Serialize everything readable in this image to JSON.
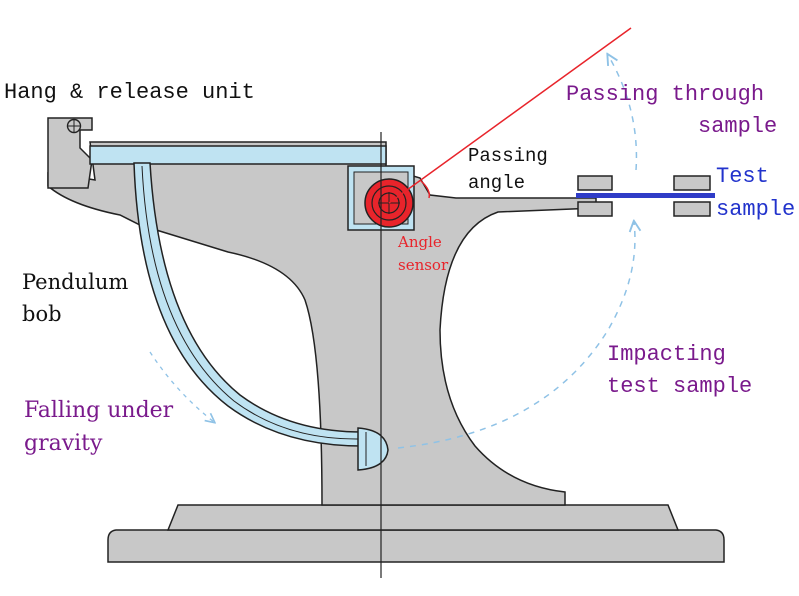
{
  "labels": {
    "hang_release": "Hang & release unit",
    "pendulum": [
      "Pendulum",
      "bob"
    ],
    "falling": [
      "Falling under",
      "gravity"
    ],
    "passing_through": [
      "Passing through",
      "sample"
    ],
    "passing_angle": [
      "Passing",
      "angle"
    ],
    "angle_sensor": [
      "Angle",
      "sensor"
    ],
    "test_sample": [
      "Test",
      "sample"
    ],
    "impacting": [
      "Impacting",
      "test sample"
    ]
  },
  "colors": {
    "machine": "#c8c8c8",
    "outline": "#222222",
    "pendulum_arm": "#bfe3f2",
    "sensor_red": "#e8242b",
    "red_line": "#e8242b",
    "sample_bar": "#2f3cc7",
    "purple_text": "#7a1a8c",
    "blue_text": "#2233cc",
    "arrow_path": "#8fc2e6"
  }
}
